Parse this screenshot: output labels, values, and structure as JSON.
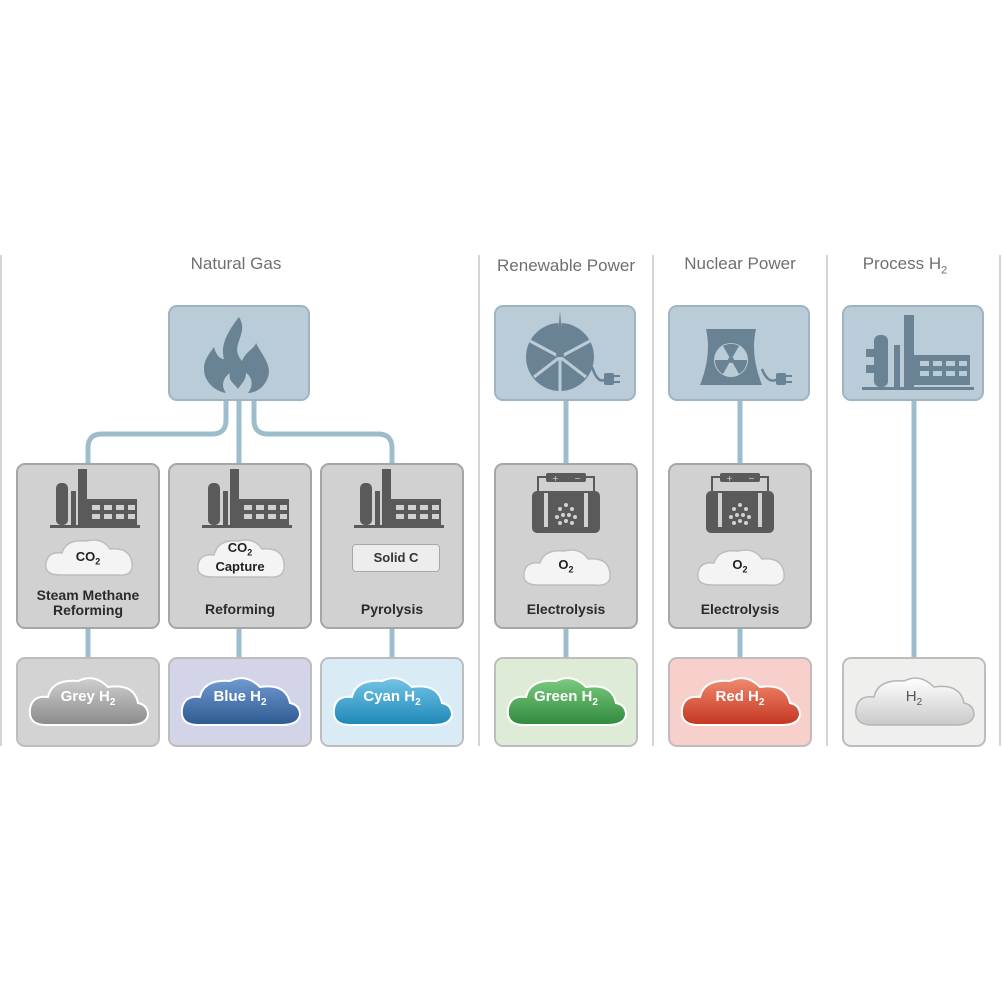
{
  "headings": {
    "natural_gas": "Natural Gas",
    "renewable_power": "Renewable Power",
    "nuclear_power": "Nuclear Power",
    "process_h2": "Process H",
    "process_h2_sub": "2"
  },
  "processes": {
    "smr": {
      "label_line1": "Steam Methane",
      "label_line2": "Reforming",
      "byproduct": "CO",
      "byproduct_sub": "2"
    },
    "reforming": {
      "label": "Reforming",
      "byproduct_line1": "CO",
      "byproduct_sub": "2",
      "byproduct_line2": "Capture"
    },
    "pyrolysis": {
      "label": "Pyrolysis",
      "byproduct": "Solid C"
    },
    "electrolysis_renewable": {
      "label": "Electrolysis",
      "byproduct": "O",
      "byproduct_sub": "2"
    },
    "electrolysis_nuclear": {
      "label": "Electrolysis",
      "byproduct": "O",
      "byproduct_sub": "2"
    }
  },
  "outputs": {
    "grey": {
      "label": "Grey H",
      "sub": "2"
    },
    "blue": {
      "label": "Blue H",
      "sub": "2"
    },
    "cyan": {
      "label": "Cyan H",
      "sub": "2"
    },
    "green": {
      "label": "Green H",
      "sub": "2"
    },
    "red": {
      "label": "Red H",
      "sub": "2"
    },
    "process": {
      "label": "H",
      "sub": "2"
    }
  },
  "colors": {
    "source_fill": "#b9ccd8",
    "icon": "#6a8394",
    "wire": "#9dbdcc",
    "grey_cloud": "#9d9d9d",
    "blue_cloud": "#3f6fa6",
    "cyan_cloud": "#3a9ec9",
    "green_cloud": "#3e9f4a",
    "red_cloud": "#d74a33",
    "process_cloud": "#d5d5d5"
  },
  "icons": [
    "flame-icon",
    "wind-turbine-icon",
    "nuclear-plant-icon",
    "refinery-icon",
    "factory-icon",
    "electrolyzer-icon",
    "cloud-icon",
    "plug-icon"
  ]
}
